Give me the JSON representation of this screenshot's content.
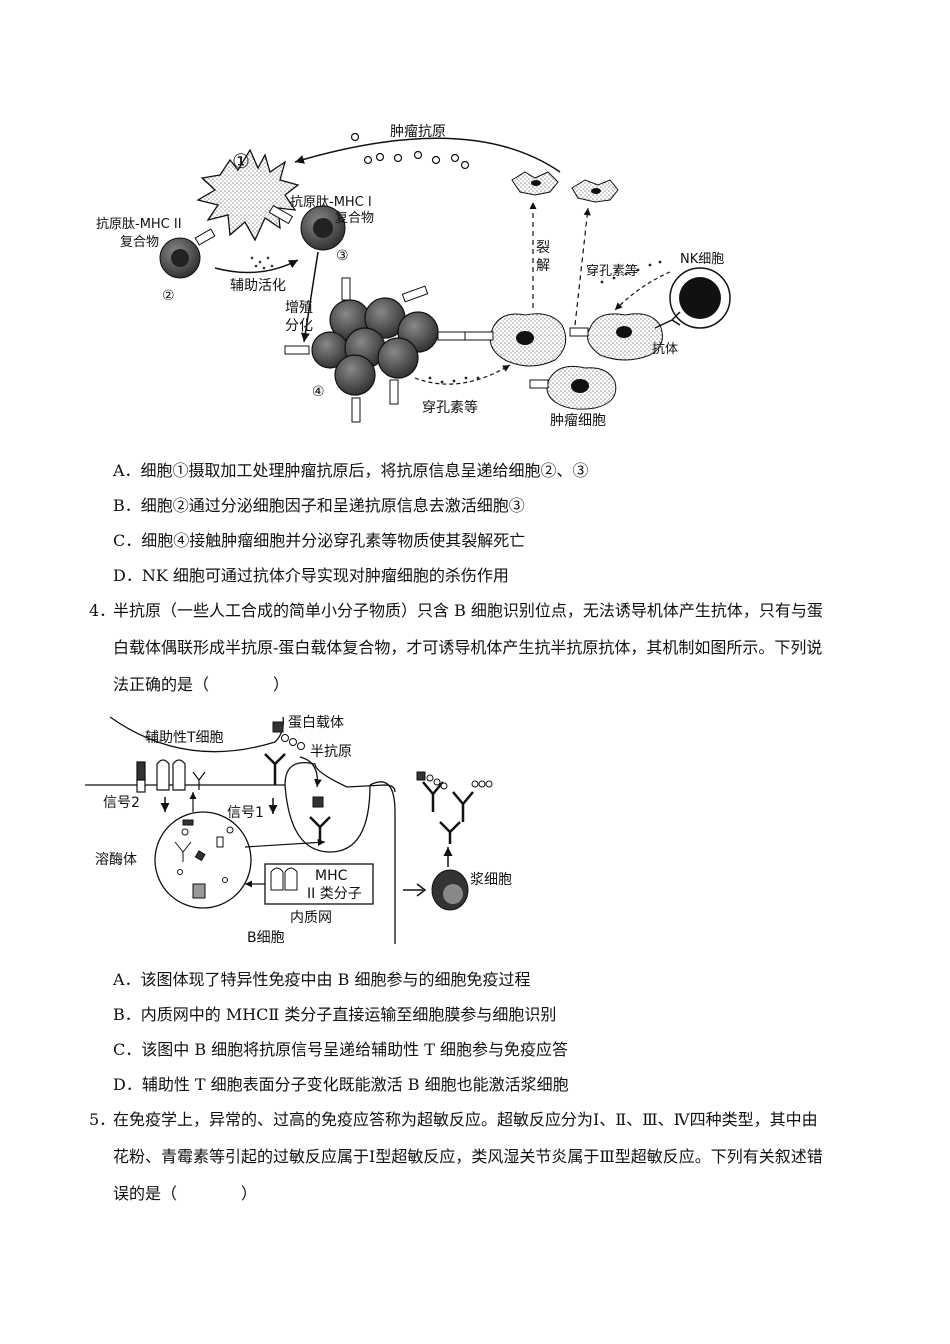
{
  "figure1": {
    "labels": {
      "tumor_antigen": "肿瘤抗原",
      "cell1": "①",
      "cell2": "②",
      "cell3": "③",
      "cell4": "④",
      "mhc2_line1": "抗原肽-MHC II",
      "mhc2_line2": "复合物",
      "mhc1_line1": "抗原肽-MHC I",
      "mhc1_line2": "复合物",
      "assist": "辅助活化",
      "prolif1": "增殖",
      "prolif2": "分化",
      "lysis1": "裂",
      "lysis2": "解",
      "perforin_top": "穿孔素等",
      "perforin_bottom": "穿孔素等",
      "nk": "NK细胞",
      "antibody": "抗体",
      "tumor_cell": "肿瘤细胞"
    }
  },
  "q3_options": [
    "A．细胞①摄取加工处理肿瘤抗原后，将抗原信息呈递给细胞②、③",
    "B．细胞②通过分泌细胞因子和呈递抗原信息去激活细胞③",
    "C．细胞④接触肿瘤细胞并分泌穿孔素等物质使其裂解死亡",
    "D．NK 细胞可通过抗体介导实现对肿瘤细胞的杀伤作用"
  ],
  "q4": {
    "number": "4．",
    "lines": [
      "半抗原（一些人工合成的简单小分子物质）只含 B 细胞识别位点，无法诱导机体产生抗体，只有与蛋",
      "白载体偶联形成半抗原-蛋白载体复合物，才可诱导机体产生抗半抗原抗体，其机制如图所示。下列说",
      "法正确的是（　　　　）"
    ],
    "figure": {
      "helper_t": "辅助性T细胞",
      "carrier": "蛋白载体",
      "hapten": "半抗原",
      "signal2": "信号2",
      "signal1": "信号1",
      "lysosome": "溶酶体",
      "mhc_line1": "MHC",
      "mhc_line2": "II 类分子",
      "er": "内质网",
      "b_cell": "B细胞",
      "plasma": "浆细胞"
    },
    "options": [
      "A．该图体现了特异性免疫中由 B 细胞参与的细胞免疫过程",
      "B．内质网中的 MHCⅡ 类分子直接运输至细胞膜参与细胞识别",
      "C．该图中 B 细胞将抗原信号呈递给辅助性 T 细胞参与免疫应答",
      "D．辅助性 T 细胞表面分子变化既能激活 B 细胞也能激活浆细胞"
    ]
  },
  "q5": {
    "number": "5．",
    "lines": [
      "在免疫学上，异常的、过高的免疫应答称为超敏反应。超敏反应分为Ⅰ、Ⅱ、Ⅲ、Ⅳ四种类型，其中由",
      "花粉、青霉素等引起的过敏反应属于Ⅰ型超敏反应，类风湿关节炎属于Ⅲ型超敏反应。下列有关叙述错",
      "误的是（　　　　）"
    ]
  }
}
